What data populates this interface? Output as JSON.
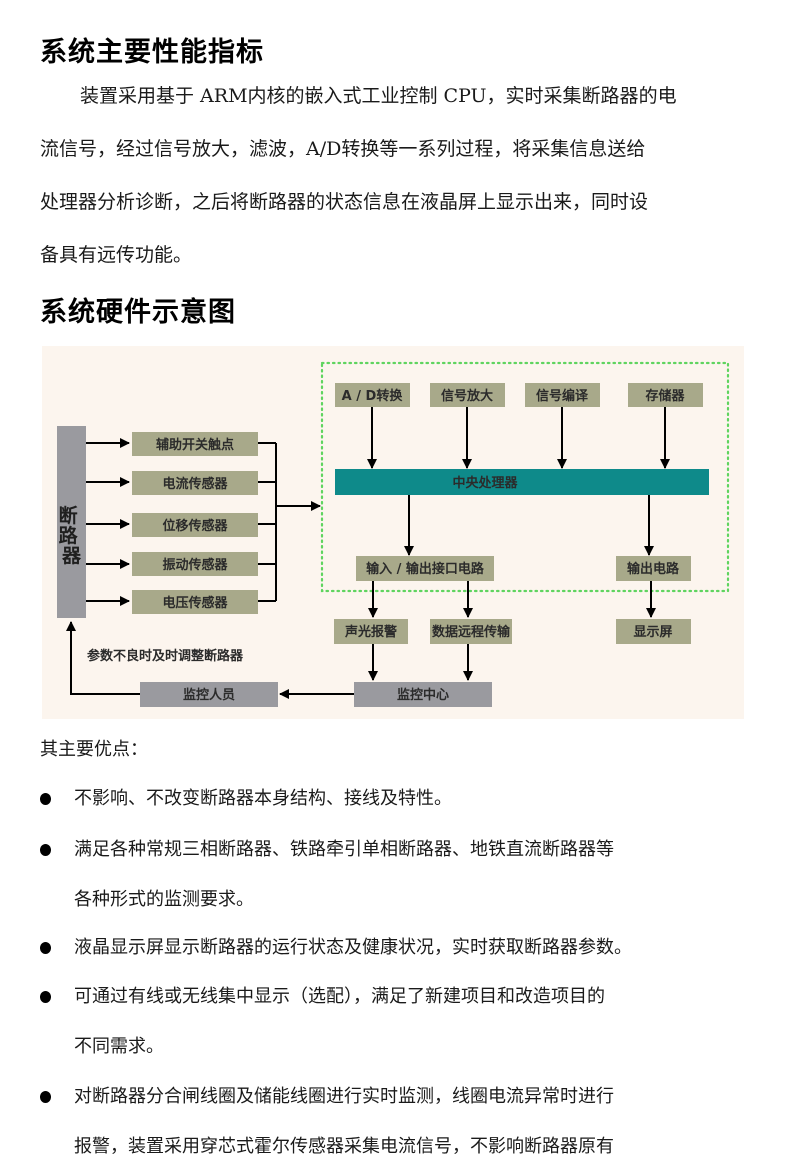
{
  "section1": {
    "title": "系统主要性能指标",
    "paragraph_lines": [
      "装置采用基于 ARM内核的嵌入式工业控制 CPU，实时采集断路器的电",
      "流信号，经过信号放大，滤波，A/D转换等一系列过程，将采集信息送给",
      "处理器分析诊断，之后将断路器的状态信息在液晶屏上显示出来，同时设",
      "备具有远传功能。"
    ]
  },
  "section2": {
    "title": "系统硬件示意图"
  },
  "diagram": {
    "colors": {
      "background": "#fcf5ee",
      "sensor_box": "#a8a98a",
      "gray_box": "#9a9a9f",
      "cpu_bar": "#0e8a8a",
      "dotted_border": "#5fd45f",
      "line": "#000000"
    },
    "breaker_label": "断路器",
    "sensors": [
      "辅助开关触点",
      "电流传感器",
      "位移传感器",
      "振动传感器",
      "电压传感器"
    ],
    "top_modules": [
      "A / D转换",
      "信号放大",
      "信号编译",
      "存储器"
    ],
    "cpu_label": "中央处理器",
    "io_circuit": "输入 / 输出接口电路",
    "output_circuit": "输出电路",
    "alarm": "声光报警",
    "remote_transfer": "数据远程传输",
    "display": "显示屏",
    "monitor_center": "监控中心",
    "monitor_staff": "监控人员",
    "feedback_note": "参数不良时及时调整断路器"
  },
  "advantages": {
    "title": "其主要优点：",
    "items": [
      [
        "不影响、不改变断路器本身结构、接线及特性。"
      ],
      [
        "满足各种常规三相断路器、铁路牵引单相断路器、地铁直流断路器等",
        "各种形式的监测要求。"
      ],
      [
        "液晶显示屏显示断路器的运行状态及健康状况，实时获取断路器参数。"
      ],
      [
        "可通过有线或无线集中显示（选配），满足了新建项目和改造项目的",
        "不同需求。"
      ],
      [
        "对断路器分合闸线圈及储能线圈进行实时监测，线圈电流异常时进行",
        "报警，装置采用穿芯式霍尔传感器采集电流信号，不影响断路器原有"
      ]
    ]
  }
}
